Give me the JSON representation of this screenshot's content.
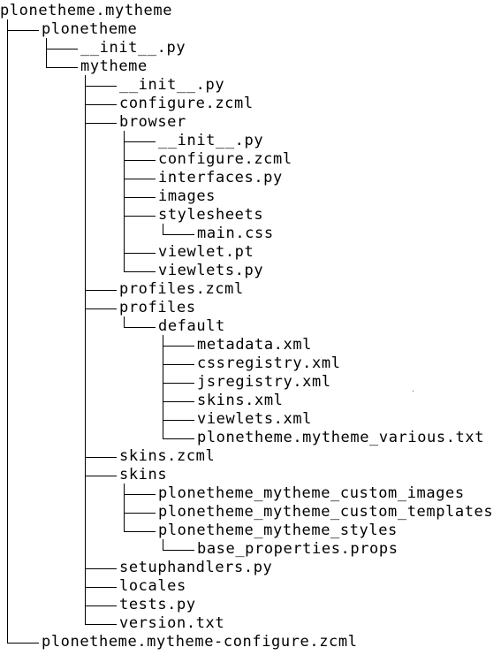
{
  "tree": {
    "root": "plonetheme.mytheme",
    "children": [
      {
        "name": "plonetheme",
        "children": [
          {
            "name": "__init__.py"
          },
          {
            "name": "mytheme",
            "children": [
              {
                "name": "__init__.py"
              },
              {
                "name": "configure.zcml"
              },
              {
                "name": "browser",
                "children": [
                  {
                    "name": "__init__.py"
                  },
                  {
                    "name": "configure.zcml"
                  },
                  {
                    "name": "interfaces.py"
                  },
                  {
                    "name": "images"
                  },
                  {
                    "name": "stylesheets",
                    "children": [
                      {
                        "name": "main.css"
                      }
                    ]
                  },
                  {
                    "name": "viewlet.pt"
                  },
                  {
                    "name": "viewlets.py"
                  }
                ]
              },
              {
                "name": "profiles.zcml"
              },
              {
                "name": "profiles",
                "children": [
                  {
                    "name": "default",
                    "children": [
                      {
                        "name": "metadata.xml"
                      },
                      {
                        "name": "cssregistry.xml"
                      },
                      {
                        "name": "jsregistry.xml"
                      },
                      {
                        "name": "skins.xml"
                      },
                      {
                        "name": "viewlets.xml"
                      },
                      {
                        "name": "plonetheme.mytheme_various.txt"
                      }
                    ]
                  }
                ]
              },
              {
                "name": "skins.zcml"
              },
              {
                "name": "skins",
                "children": [
                  {
                    "name": "plonetheme_mytheme_custom_images"
                  },
                  {
                    "name": "plonetheme_mytheme_custom_templates"
                  },
                  {
                    "name": "plonetheme_mytheme_styles",
                    "children": [
                      {
                        "name": "base_properties.props"
                      }
                    ]
                  }
                ]
              },
              {
                "name": "setuphandlers.py"
              },
              {
                "name": "locales"
              },
              {
                "name": "tests.py"
              },
              {
                "name": "version.txt"
              }
            ]
          }
        ]
      },
      {
        "name": "plonetheme.mytheme-configure.zcml"
      }
    ]
  }
}
